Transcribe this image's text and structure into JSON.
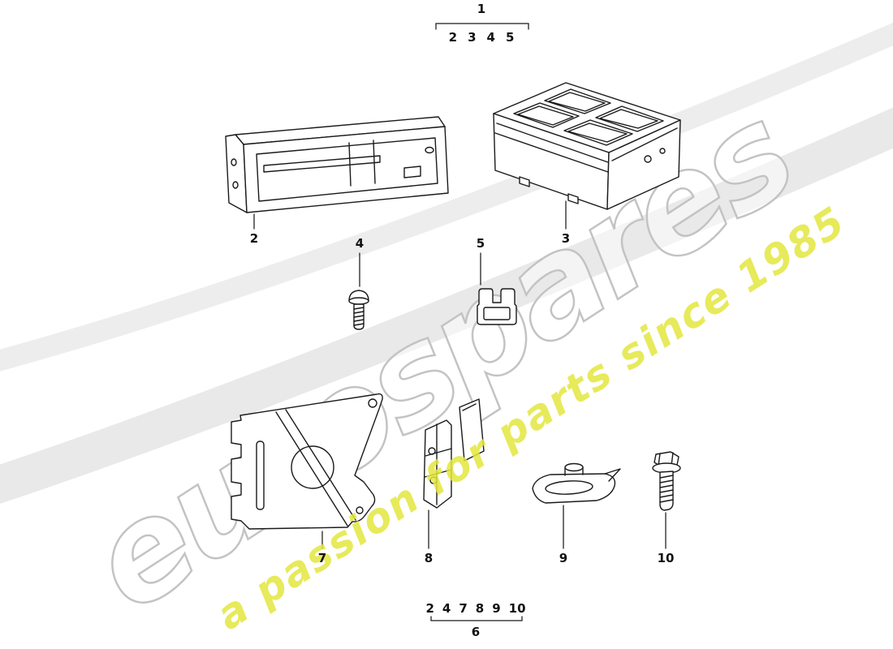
{
  "watermark": {
    "brand": "eurospares",
    "tagline": "a passion for parts since 1985"
  },
  "assembly_top": {
    "number": "1",
    "parts": [
      "2",
      "3",
      "4",
      "5"
    ]
  },
  "assembly_bottom": {
    "number": "6",
    "parts": [
      "2",
      "4",
      "7",
      "8",
      "9",
      "10"
    ]
  },
  "part_labels": {
    "p2": "2",
    "p3": "3",
    "p4": "4",
    "p5": "5",
    "p7": "7",
    "p8": "8",
    "p9": "9",
    "p10": "10"
  },
  "colors": {
    "line": "#1a1a1a",
    "swoosh_light": "#ededed",
    "watermark_gray": "#c3c3c3",
    "tagline_yellow": "#e3e73e"
  }
}
